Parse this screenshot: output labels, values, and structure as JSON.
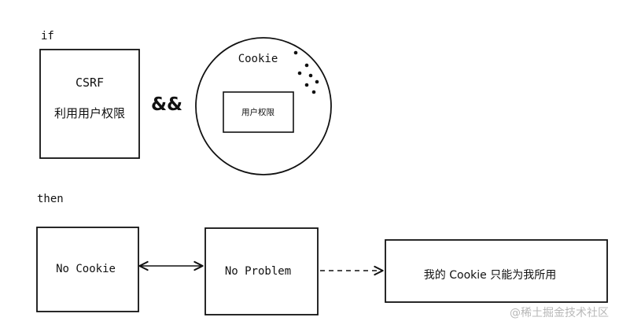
{
  "labels": {
    "if": "if",
    "then": "then",
    "and_operator": "&&"
  },
  "csrf_box": {
    "title": "CSRF",
    "subtitle": "利用用户权限"
  },
  "cookie_circle": {
    "title": "Cookie",
    "inner_box": "用户权限"
  },
  "bottom_row": {
    "no_cookie": "No Cookie",
    "no_problem": "No Problem",
    "result": "我的 Cookie 只能为我所用"
  },
  "watermark": "@稀土掘金技术社区",
  "colors": {
    "stroke": "#111111",
    "background": "#ffffff",
    "watermark": "#b8b8b8"
  }
}
